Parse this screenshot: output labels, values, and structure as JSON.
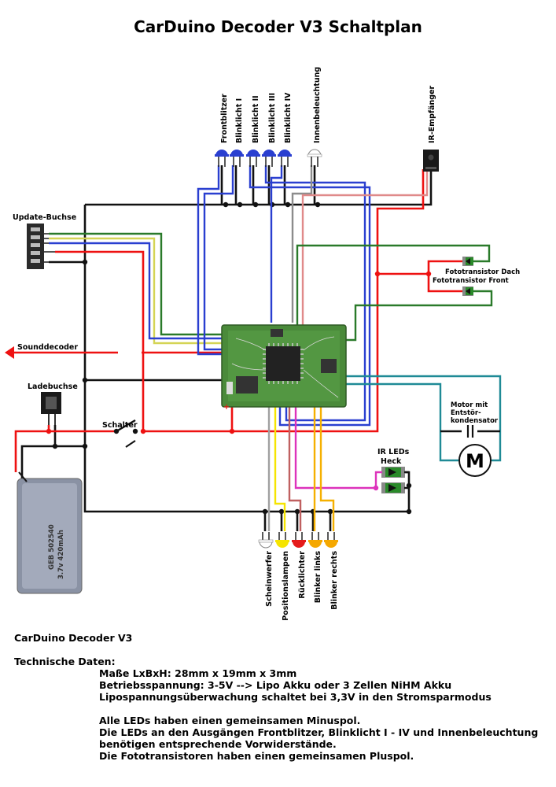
{
  "title": "CarDuino Decoder V3 Schaltplan",
  "labels": {
    "frontblitzer": "Frontblitzer",
    "blinklicht1": "Blinklicht I",
    "blinklicht2": "Blinklicht II",
    "blinklicht3": "Blinklicht III",
    "blinklicht4": "Blinklicht IV",
    "innenbeleuchtung": "Innenbeleuchtung",
    "ir_empfaenger": "IR-Empfänger",
    "update_buchse": "Update-Buchse",
    "sounddecoder": "Sounddecoder",
    "ladebuchse": "Ladebuchse",
    "schalter": "Schalter",
    "fototransistor_dach": "Fototransistor Dach",
    "fototransistor_front": "Fototransistor Front",
    "motor_line1": "Motor mit",
    "motor_line2": "Entstör-",
    "motor_line3": "kondensator",
    "motor_symbol": "M",
    "ir_leds_line1": "IR LEDs",
    "ir_leds_line2": "Heck",
    "scheinwerfer": "Scheinwerfer",
    "positionslampen": "Positionslampen",
    "ruecklichter": "Rücklichter",
    "blinker_links": "Blinker links",
    "blinker_rechts": "Blinker rechts",
    "battery_line1": "GEB 502540",
    "battery_line2": "3.7v 420mAh",
    "pcb_plus": "+"
  },
  "info": {
    "heading": "CarDuino Decoder V3",
    "tech_heading": "Technische Daten:",
    "lines_a": [
      "Maße LxBxH: 28mm x 19mm x 3mm",
      "Betriebsspannung: 3-5V --> Lipo Akku oder 3 Zellen NiHM Akku",
      "Lipospannungsüberwachung schaltet bei 3,3V in den Stromsparmodus"
    ],
    "lines_b": [
      "Alle LEDs haben einen gemeinsamen Minuspol.",
      "Die LEDs an den Ausgängen Frontblitzer, Blinklicht I - IV und Innenbeleuchtung",
      "benötigen entsprechende Vorwiderstände.",
      "Die Fototransistoren haben einen gemeinsamen Pluspol."
    ]
  },
  "colors": {
    "ground": "#111111",
    "positive": "#ee1111",
    "blue_leds": "#2a3fd0",
    "led_white": "#ffffff",
    "led_yellow": "#f5e400",
    "led_red": "#e51b1b",
    "led_orange": "#f5a800",
    "grey_wire": "#8c8c8c",
    "pink_wire": "#e08a8a",
    "green_wire": "#2a7a2a",
    "teal_wire": "#1f8a96",
    "magenta_wire": "#dd33bb",
    "pcb": "#4a8a3a",
    "battery": "#8a92a4"
  }
}
